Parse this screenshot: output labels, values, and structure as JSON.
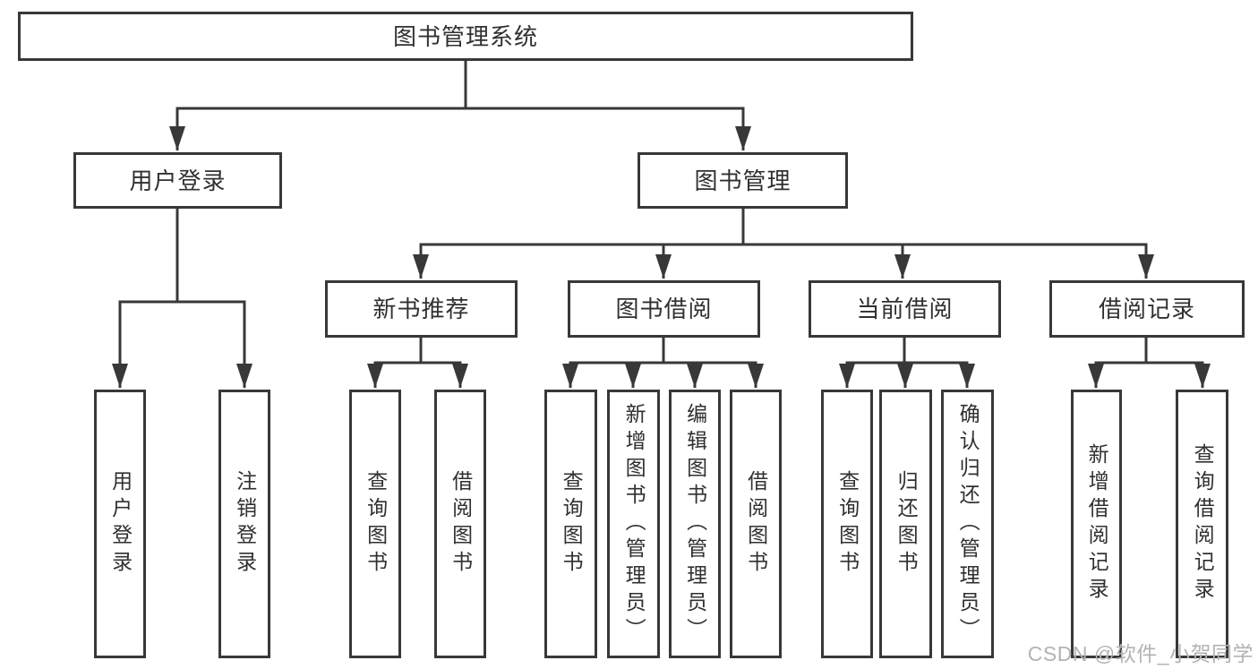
{
  "tree": {
    "root": "图书管理系统",
    "branches": [
      {
        "label": "用户登录",
        "children": [
          "用户登录",
          "注销登录"
        ]
      },
      {
        "label": "图书管理",
        "groups": [
          {
            "label": "新书推荐",
            "children": [
              "查询图书",
              "借阅图书"
            ]
          },
          {
            "label": "图书借阅",
            "children": [
              "查询图书",
              "新增图书（管理员）",
              "编辑图书（管理员）",
              "借阅图书"
            ]
          },
          {
            "label": "当前借阅",
            "children": [
              "查询图书",
              "归还图书",
              "确认归还（管理员）"
            ]
          },
          {
            "label": "借阅记录",
            "children": [
              "新增借阅记录",
              "查询借阅记录"
            ]
          }
        ]
      }
    ]
  },
  "watermark": "CSDN @软件_小贺同学",
  "colors": {
    "line": "#383838",
    "box_border": "#383838",
    "text": "#303030",
    "watermark": "#b3b3b3",
    "background": "#ffffff"
  }
}
